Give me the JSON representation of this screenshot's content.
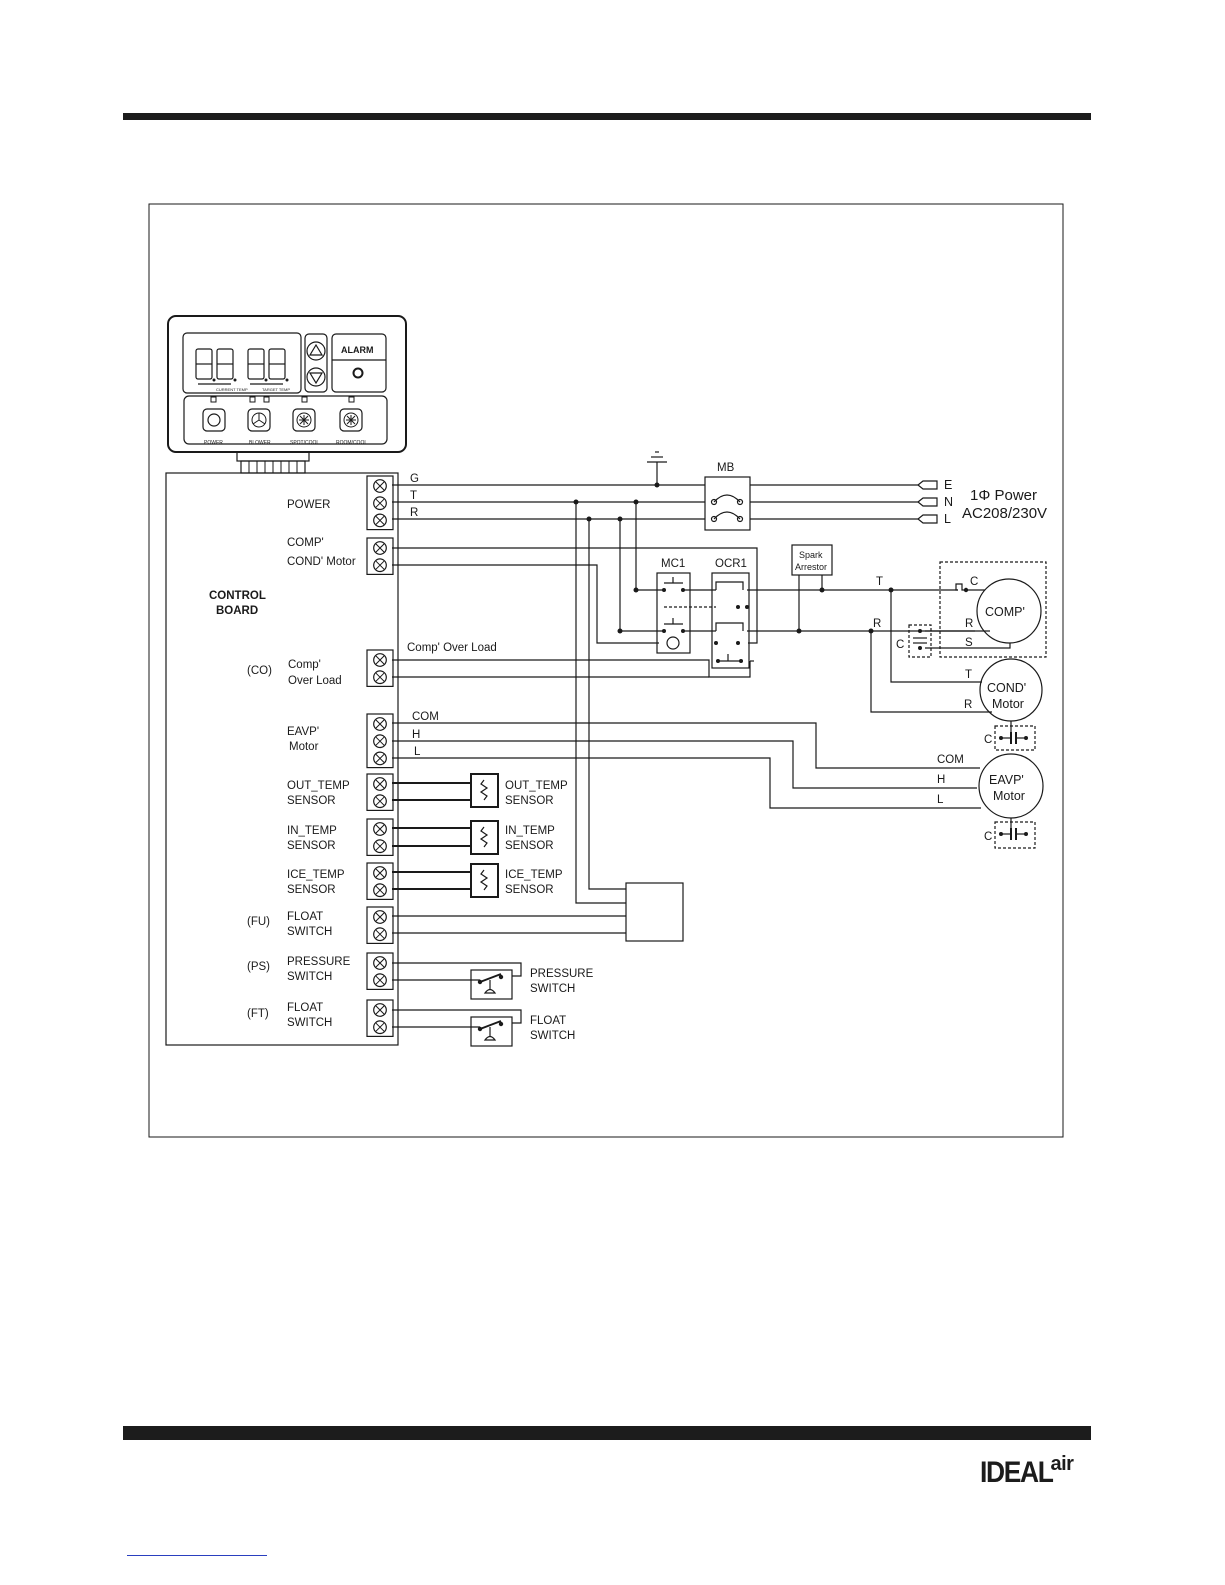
{
  "page": {
    "logo": {
      "word": "IDEAL",
      "suffix": "air"
    }
  },
  "panel": {
    "alarm_label": "ALARM",
    "button_labels": [
      "POWER",
      "BLOWER",
      "SPOT/COOL",
      "ROOM/COOL"
    ],
    "display_captions": [
      "CURRENT TEMP",
      "TARGET TEMP"
    ]
  },
  "control_board": {
    "title_line1": "CONTROL",
    "title_line2": "BOARD",
    "groups": [
      {
        "code": "",
        "line1": "POWER",
        "line2": ""
      },
      {
        "code": "",
        "line1": "COMP'",
        "line2": "COND' Motor"
      },
      {
        "code": "(CO)",
        "line1": "Comp'",
        "line2": "Over Load"
      },
      {
        "code": "",
        "line1": "EAVP'",
        "line2": "Motor"
      },
      {
        "code": "",
        "line1": "OUT_TEMP",
        "line2": "SENSOR"
      },
      {
        "code": "",
        "line1": "IN_TEMP",
        "line2": "SENSOR"
      },
      {
        "code": "",
        "line1": "ICE_TEMP",
        "line2": "SENSOR"
      },
      {
        "code": "(FU)",
        "line1": "FLOAT",
        "line2": "SWITCH"
      },
      {
        "code": "(PS)",
        "line1": "PRESSURE",
        "line2": "SWITCH"
      },
      {
        "code": "(FT)",
        "line1": "FLOAT",
        "line2": "SWITCH"
      }
    ]
  },
  "wires": {
    "power": [
      "G",
      "T",
      "R"
    ],
    "eavp": [
      "COM",
      "H",
      "L"
    ],
    "overload": "Comp' Over Load"
  },
  "components": {
    "mb": "MB",
    "mc1": "MC1",
    "ocr1": "OCR1",
    "spark_line1": "Spark",
    "spark_line2": "Arrestor",
    "comp": "COMP'",
    "cond_line1": "COND'",
    "cond_line2": "Motor",
    "eavp_line1": "EAVP'",
    "eavp_line2": "Motor"
  },
  "sensors": [
    {
      "line1": "OUT_TEMP",
      "line2": "SENSOR"
    },
    {
      "line1": "IN_TEMP",
      "line2": "SENSOR"
    },
    {
      "line1": "ICE_TEMP",
      "line2": "SENSOR"
    }
  ],
  "switches": [
    {
      "line1": "PRESSURE",
      "line2": "SWITCH"
    },
    {
      "line1": "FLOAT",
      "line2": "SWITCH"
    }
  ],
  "power_supply": {
    "terminals": [
      "E",
      "N",
      "L"
    ],
    "title": "1Φ Power",
    "rating": "AC208/230V"
  },
  "motor_labels": {
    "comp_c": "C",
    "comp_r": "R",
    "comp_s": "S",
    "comp_cap": "C",
    "t_line": "T",
    "r_line": "R",
    "cond_t": "T",
    "cond_r": "R",
    "cond_cap": "C",
    "eavp_com": "COM",
    "eavp_h": "H",
    "eavp_l": "L",
    "eavp_cap": "C"
  }
}
